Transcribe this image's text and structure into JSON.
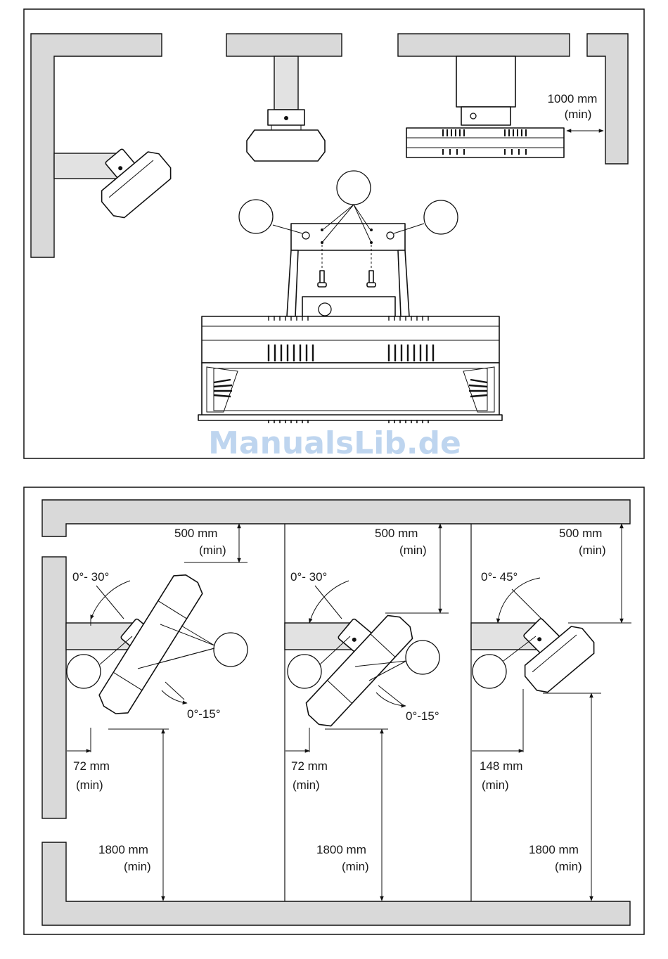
{
  "watermark": "ManualsLib.de",
  "top_panel": {
    "clearance": {
      "value": "1000  mm",
      "qualifier": "(min)"
    }
  },
  "bottom_panel": {
    "columns": [
      {
        "ceiling": {
          "value": "500  mm",
          "qualifier": "(min)"
        },
        "tilt": "0°- 30°",
        "head_tilt": "0°-15°",
        "wall": {
          "value": "72 mm",
          "qualifier": "(min)"
        },
        "floor": {
          "value": "1800 mm",
          "qualifier": "(min)"
        }
      },
      {
        "ceiling": {
          "value": "500  mm",
          "qualifier": "(min)"
        },
        "tilt": "0°- 30°",
        "head_tilt": "0°-15°",
        "wall": {
          "value": "72 mm",
          "qualifier": "(min)"
        },
        "floor": {
          "value": "1800 mm",
          "qualifier": "(min)"
        }
      },
      {
        "ceiling": {
          "value": "500  mm",
          "qualifier": "(min)"
        },
        "tilt": "0°- 45°",
        "wall": {
          "value": "148 mm",
          "qualifier": "(min)"
        },
        "floor": {
          "value": "1800 mm",
          "qualifier": "(min)"
        }
      }
    ]
  }
}
